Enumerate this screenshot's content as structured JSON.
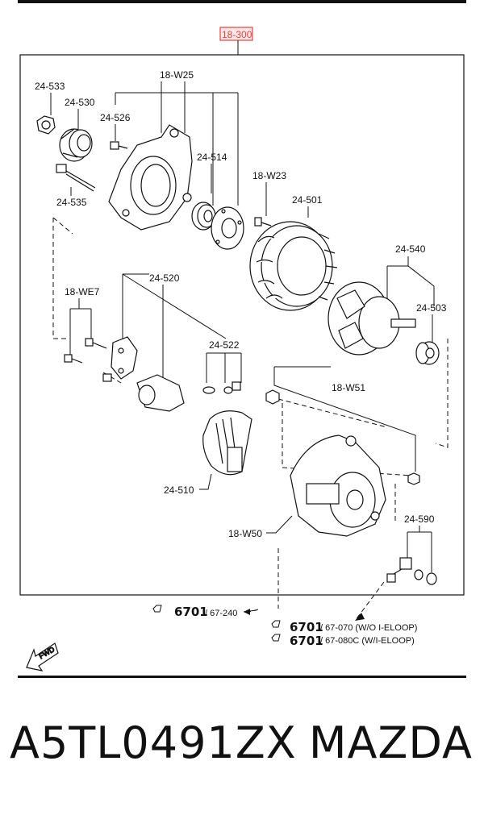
{
  "diagram": {
    "assembly_label": "18-300",
    "parts": {
      "p_24_533": "24-533",
      "p_24_530": "24-530",
      "p_24_526": "24-526",
      "p_18_w25": "18-W25",
      "p_24_514": "24-514",
      "p_18_w23": "18-W23",
      "p_24_501": "24-501",
      "p_24_535": "24-535",
      "p_24_540": "24-540",
      "p_24_503": "24-503",
      "p_24_520": "24-520",
      "p_18_we7": "18-WE7",
      "p_24_522": "24-522",
      "p_18_w51": "18-W51",
      "p_24_510": "24-510",
      "p_18_w50": "18-W50",
      "p_24_590": "24-590"
    },
    "refs": [
      {
        "num": "6701",
        "code": "/ 67-240"
      },
      {
        "num": "6701",
        "code": "/ 67-070 (W/O I-ELOOP)"
      },
      {
        "num": "6701",
        "code": "/ 67-080C (W/I-ELOOP)"
      }
    ],
    "fwd_label": "FWD"
  },
  "footer": {
    "part_number": "A5TL0491ZX",
    "brand": "MAZDA"
  },
  "colors": {
    "highlight": "#e8413c",
    "ink": "#111111"
  }
}
